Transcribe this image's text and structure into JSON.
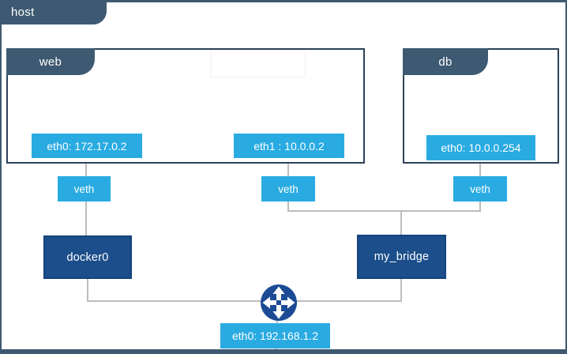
{
  "diagram": {
    "host": {
      "label": "host",
      "interface": {
        "label": "eth0: 192.168.1.2"
      }
    },
    "containers": {
      "web": {
        "label": "web",
        "eth0": "eth0: 172.17.0.2",
        "eth1": "eth1 : 10.0.0.2"
      },
      "db": {
        "label": "db",
        "eth0": "eth0: 10.0.0.254"
      }
    },
    "veths": {
      "web_eth0": "veth",
      "web_eth1": "veth",
      "db_eth0": "veth"
    },
    "bridges": {
      "docker0": "docker0",
      "my_bridge": "my_bridge"
    },
    "icons": {
      "router": "router-icon"
    }
  },
  "colors": {
    "slate": "#3e5a72",
    "box_border": "#2c4257",
    "accent_blue": "#29abe2",
    "navy": "#1b4e8a",
    "navy_border": "#14437c",
    "router_blue": "#1c4b96",
    "line_gray": "#bcbcbc"
  }
}
